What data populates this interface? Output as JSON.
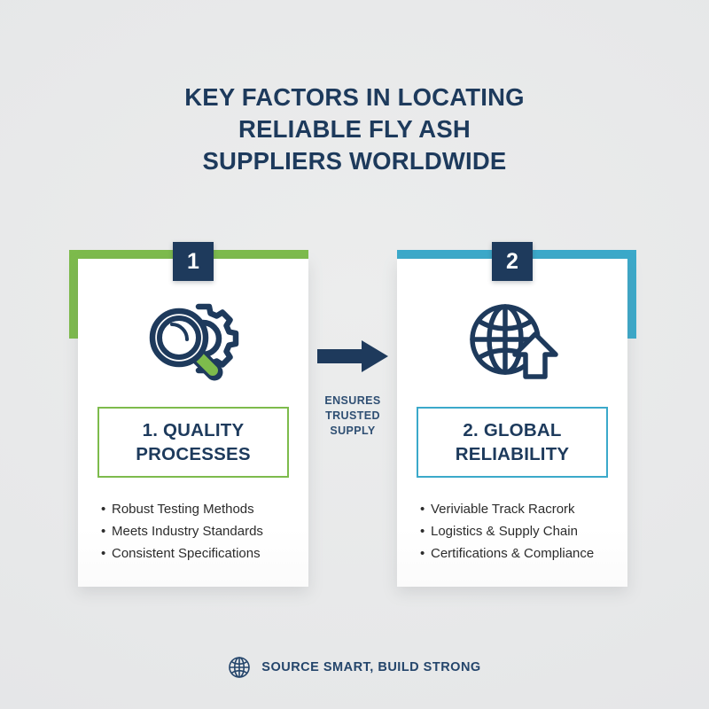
{
  "colors": {
    "background": "#e9eaeb",
    "navy": "#1d3a5c",
    "green": "#7dbb4c",
    "teal": "#3ba9ca",
    "body_text": "#2c2c2c",
    "card_white": "#ffffff"
  },
  "title": {
    "line1": "KEY FACTORS IN LOCATING",
    "line2": "RELIABLE FLY ASH",
    "line3": "SUPPLIERS WORLDWIDE"
  },
  "cards": [
    {
      "badge": "1",
      "icon_name": "magnifier-gear-icon",
      "accent_color": "#7dbb4c",
      "title_line1": "1. QUALITY",
      "title_line2": "PROCESSES",
      "bullets": [
        "Robust Testing Methods",
        "Meets Industry Standards",
        "Consistent Specifications"
      ]
    },
    {
      "badge": "2",
      "icon_name": "globe-arrow-up-icon",
      "accent_color": "#3ba9ca",
      "title_line1": "2. GLOBAL",
      "title_line2": "RELIABILITY",
      "bullets": [
        "Veriviable Track Racrork",
        "Logistics & Supply Chain",
        "Certifications & Compliance"
      ]
    }
  ],
  "connector": {
    "icon_name": "arrow-right-icon",
    "label_line1": "ENSURES",
    "label_line2": "TRUSTED",
    "label_line3": "SUPPLY"
  },
  "footer": {
    "icon_name": "globe-icon",
    "tagline": "SOURCE SMART, BUILD STRONG"
  }
}
